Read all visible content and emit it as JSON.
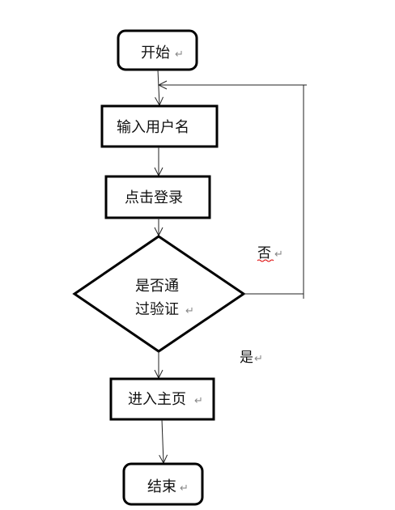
{
  "nodes": {
    "start": {
      "label": "开始"
    },
    "username": {
      "label": "输入用户名"
    },
    "login": {
      "label": "点击登录"
    },
    "decision": {
      "line1": "是否通",
      "line2": "过验证"
    },
    "home": {
      "label": "进入主页"
    },
    "end": {
      "label": "结束"
    }
  },
  "edges": {
    "no": {
      "label": "否"
    },
    "yes": {
      "label": "是"
    }
  },
  "paragraph_mark": "↵"
}
